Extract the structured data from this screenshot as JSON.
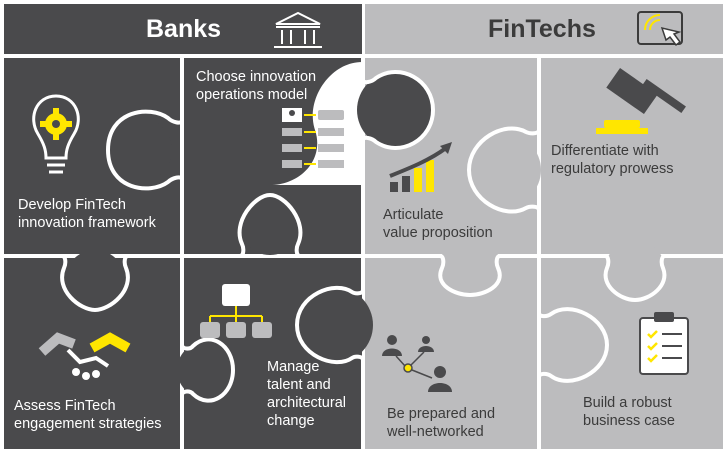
{
  "header": {
    "banks_title": "Banks",
    "fintechs_title": "FinTechs",
    "banks_icon": "bank-building-icon",
    "fintechs_icon": "tablet-touch-icon"
  },
  "pieces": {
    "develop": {
      "line1": "Develop FinTech",
      "line2": "innovation framework",
      "icon": "lightbulb-gear-icon"
    },
    "choose": {
      "line1": "Choose innovation",
      "line2": "operations model",
      "icon": "process-flow-icon"
    },
    "assess": {
      "line1": "Assess FinTech",
      "line2": "engagement strategies",
      "icon": "handshake-icon"
    },
    "manage": {
      "line1": "Manage",
      "line2": "talent and",
      "line3": "architectural",
      "line4": "change",
      "icon": "org-chart-icon"
    },
    "articulate": {
      "line1": "Articulate",
      "line2": "value proposition",
      "icon": "growth-bar-chart-icon"
    },
    "differentiate": {
      "line1": "Differentiate with",
      "line2": "regulatory prowess",
      "icon": "gavel-icon"
    },
    "prepared": {
      "line1": "Be prepared and",
      "line2": "well-networked",
      "icon": "network-people-icon"
    },
    "build": {
      "line1": "Build a robust",
      "line2": "business case",
      "icon": "clipboard-checklist-icon"
    }
  },
  "colors": {
    "banks": "#4a4a4c",
    "fintechs": "#bcbcbe",
    "accent": "#ffe600",
    "lines": "#ffffff"
  }
}
